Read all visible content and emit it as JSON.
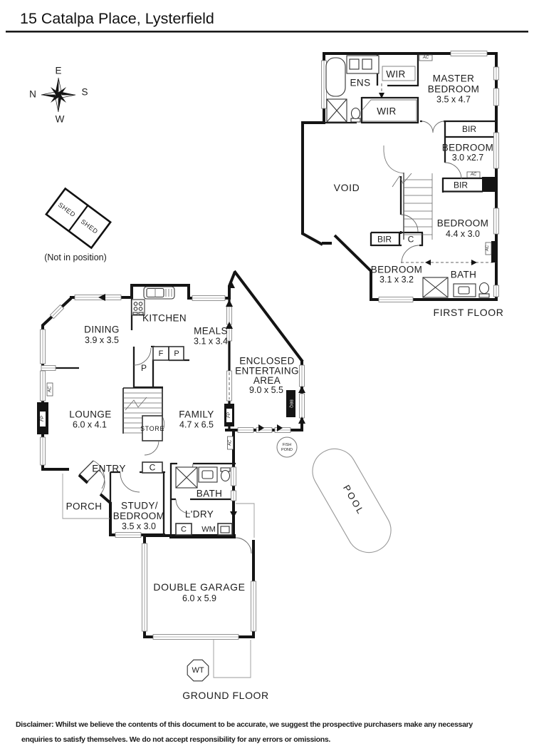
{
  "title": "15 Catalpa Place, Lysterfield",
  "compass": {
    "top": "E",
    "left": "N",
    "right": "S",
    "bottom": "W"
  },
  "shed": {
    "shed_a": "SHED",
    "shed_b": "SHED",
    "note": "(Not in position)"
  },
  "first_floor": {
    "caption": "FIRST FLOOR",
    "ens": "ENS",
    "wir_upper": "WIR",
    "wir_lower": "WIR",
    "master": {
      "l1": "MASTER",
      "l2": "BEDROOM",
      "dims": "3.5 x 4.7"
    },
    "bir_master": "BIR",
    "bedroom2": {
      "l1": "BEDROOM",
      "dims": "3.0 x2.7"
    },
    "bir_mid": "BIR",
    "bedroom3": {
      "l1": "BEDROOM",
      "dims": "4.4 x 3.0"
    },
    "bir_lower": "BIR",
    "cupboard": "C",
    "bedroom4": {
      "l1": "BEDROOM",
      "dims": "3.1 x 3.2"
    },
    "bath": "BATH",
    "void": "VOID",
    "ac_top": "AC",
    "ac_mid": "AC",
    "ac_right": "AC"
  },
  "ground_floor": {
    "caption": "GROUND FLOOR",
    "dining": {
      "l1": "DINING",
      "dims": "3.9 x 3.5"
    },
    "kitchen": "KITCHEN",
    "meals": {
      "l1": "MEALS",
      "dims": "3.1 x 3.4"
    },
    "entertaining": {
      "l1": "ENCLOSED",
      "l2": "ENTERTAING",
      "l3": "AREA",
      "dims": "9.0 x 5.5"
    },
    "lounge": {
      "l1": "LOUNGE",
      "dims": "6.0 x 4.1"
    },
    "family": {
      "l1": "FAMILY",
      "dims": "4.7 x 6.5"
    },
    "fridge": "F",
    "pantry": "P",
    "pantry2": "P",
    "store": "STORE",
    "entry": "ENTRY",
    "porch": "PORCH",
    "study": {
      "l1": "STUDY/",
      "l2": "BEDROOM",
      "dims": "3.5 x 3.0"
    },
    "bath": "BATH",
    "laundry": "L'DRY",
    "cupboard_study": "C",
    "cupboard_laundry": "C",
    "wm": "WM",
    "garage": {
      "l1": "DOUBLE GARAGE",
      "dims": "6.0 x 5.9"
    },
    "wt": "WT",
    "pool": "POOL",
    "fish_pond": {
      "l1": "FISH",
      "l2": "POND"
    },
    "fp_lounge": "FP",
    "fp_family": "FP",
    "bbq": "BBQ",
    "ac_lounge": "AC",
    "ac_laundry": "AC"
  },
  "disclaimer": {
    "l1": "Disclaimer: Whilst we believe the contents of this document to be accurate, we suggest the prospective purchasers make any necessary",
    "l2": "enquiries to satisfy themselves. We do not accept responsibility for any errors or omissions."
  },
  "colors": {
    "wall": "#141414",
    "text": "#1c1c1c",
    "background": "#ffffff"
  }
}
